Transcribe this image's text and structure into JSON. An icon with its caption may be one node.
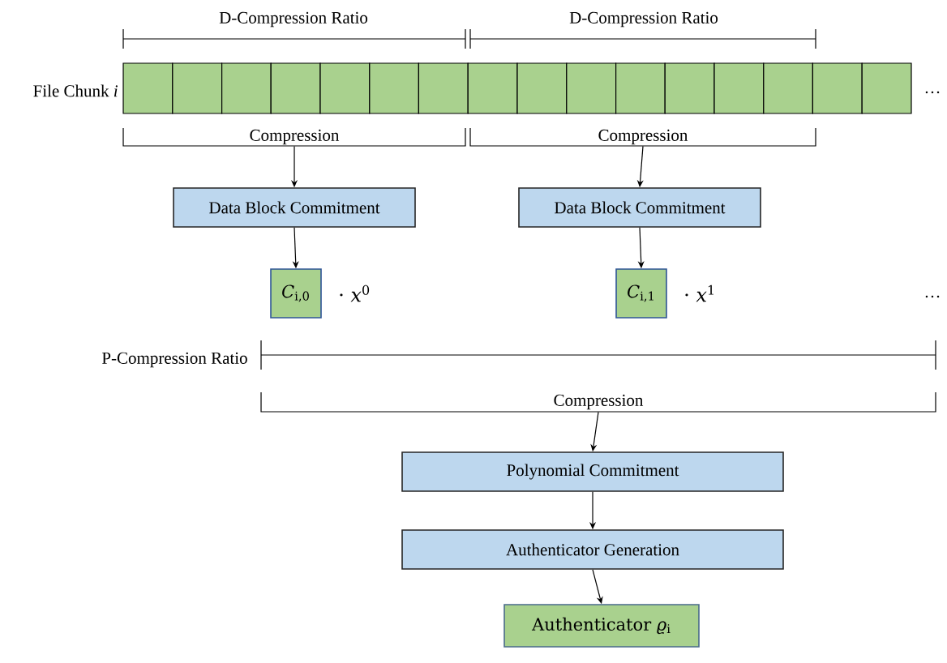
{
  "diagram": {
    "nodes": [
      {
        "text": [
          "Compression"
        ]
      },
      {
        "text": [
          "Compression"
        ]
      },
      {
        "text": [
          "Data Block Commitment"
        ]
      },
      {
        "text": [
          "Data Block Commitment"
        ]
      },
      {
        "text": [
          "*C*$_{i,0}$"
        ],
        "beside": [
          "· *x*$^{0}$"
        ]
      },
      {
        "text": [
          "*C*$_{i,1}$"
        ],
        "beside": [
          "· *x*$^{1}$"
        ]
      },
      {
        "text": [
          "Compression"
        ]
      },
      {
        "text": [
          "Polynomial Commitment"
        ]
      },
      {
        "text": [
          "Authenticator Generation"
        ]
      },
      {
        "text": [
          "Authenticator *ϱ*$_{i}$"
        ]
      }
    ],
    "edges": [
      {
        "from": 0,
        "to": 2,
        "arrow": "to"
      },
      {
        "from": 1,
        "to": 3,
        "arrow": "to"
      },
      {
        "from": 2,
        "to": 4,
        "arrow": "to"
      },
      {
        "from": 3,
        "to": 5,
        "arrow": "to"
      },
      {
        "from": 6,
        "to": 7,
        "arrow": "to"
      },
      {
        "from": 7,
        "to": 8,
        "arrow": "to"
      },
      {
        "from": 8,
        "to": 9,
        "arrow": "to"
      }
    ],
    "labels": [
      "D-Compression Ratio",
      "D-Compression Ratio",
      "File Chunk *i*",
      "…",
      "…",
      "P-Compression Ratio"
    ]
  }
}
